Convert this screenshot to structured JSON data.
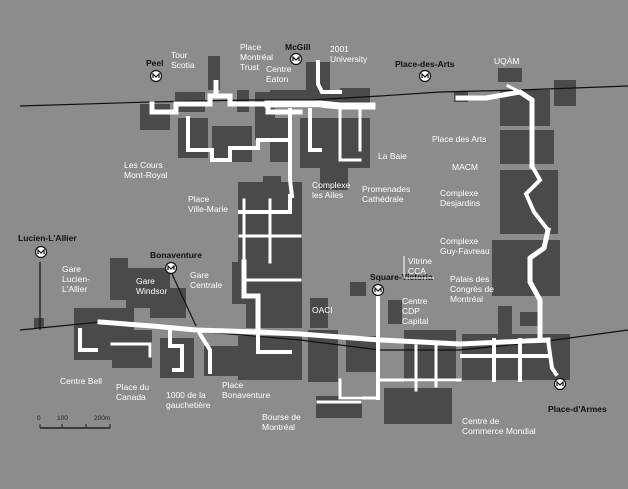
{
  "colors": {
    "background": "#8c8c8e",
    "building": "#4a4a4c",
    "tunnel": "#ffffff",
    "label": "#ffffff",
    "station_label": "#111111",
    "metro_line": "#111111"
  },
  "metro_stations": [
    {
      "label": "Peel",
      "icon": "metro-icon"
    },
    {
      "label": "McGill",
      "icon": "metro-icon"
    },
    {
      "label": "Place-des-Arts",
      "icon": "metro-icon"
    },
    {
      "label": "Lucien-L'Allier",
      "icon": "metro-icon"
    },
    {
      "label": "Bonaventure",
      "icon": "metro-icon"
    },
    {
      "label": "Square-Victoria",
      "icon": "metro-icon"
    },
    {
      "label": "Place-d'Armes",
      "icon": "metro-icon"
    }
  ],
  "places": [
    {
      "lines": [
        "Tour",
        "Scotia"
      ]
    },
    {
      "lines": [
        "Place",
        "Montréal",
        "Trust"
      ]
    },
    {
      "lines": [
        "Centre",
        "Eaton"
      ]
    },
    {
      "lines": [
        "2001",
        "University"
      ]
    },
    {
      "lines": [
        "UQÀM"
      ]
    },
    {
      "lines": [
        "Place des Arts"
      ]
    },
    {
      "lines": [
        "MACM"
      ]
    },
    {
      "lines": [
        "Les Cours",
        "Mont-Royal"
      ]
    },
    {
      "lines": [
        "La Baie"
      ]
    },
    {
      "lines": [
        "Complexe",
        "les Ailes"
      ]
    },
    {
      "lines": [
        "Promenades",
        "Cathédrale"
      ]
    },
    {
      "lines": [
        "Complexe",
        "Desjardins"
      ]
    },
    {
      "lines": [
        "Place",
        "Ville-Marie"
      ]
    },
    {
      "lines": [
        "Complexe",
        "Guy-Favreau"
      ]
    },
    {
      "lines": [
        "Vitrine",
        "CCA"
      ]
    },
    {
      "lines": [
        "Gare",
        "Lucien-",
        "L'Allier"
      ]
    },
    {
      "lines": [
        "Gare",
        "Windsor"
      ]
    },
    {
      "lines": [
        "Gare",
        "Centrale"
      ]
    },
    {
      "lines": [
        "Palais des",
        "Congrès de",
        "Montréal"
      ]
    },
    {
      "lines": [
        "Centre",
        "CDP",
        "Capital"
      ]
    },
    {
      "lines": [
        "OACI"
      ]
    },
    {
      "lines": [
        "Centre Bell"
      ]
    },
    {
      "lines": [
        "Place du",
        "Canada"
      ]
    },
    {
      "lines": [
        "1000 de la",
        "gauchetière"
      ]
    },
    {
      "lines": [
        "Place",
        "Bonaventure"
      ]
    },
    {
      "lines": [
        "Bourse de",
        "Montréal"
      ]
    },
    {
      "lines": [
        "Centre de",
        "Commerce Mondial"
      ]
    }
  ],
  "scale_bar": {
    "ticks": [
      "0",
      "100",
      "200m"
    ]
  }
}
